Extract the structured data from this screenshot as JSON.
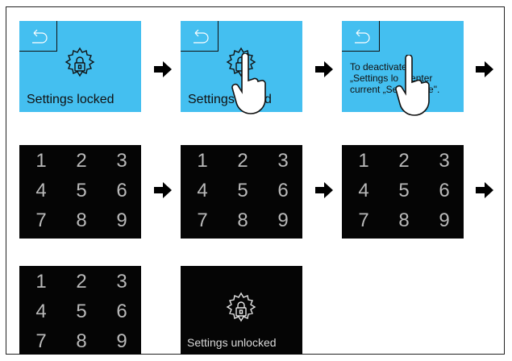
{
  "row1": {
    "panel1": {
      "label": "Settings locked"
    },
    "panel2": {
      "label_left": "Settings",
      "label_right": "d"
    },
    "panel3": {
      "line1": "To deactivate",
      "line2a": "„Settings lo",
      "line2b": "enter",
      "line3a": "current „Set",
      "line3b": "code\"."
    }
  },
  "keypad": {
    "keys": [
      "1",
      "2",
      "3",
      "4",
      "5",
      "6",
      "7",
      "8",
      "9"
    ]
  },
  "final_panel": {
    "label": "Settings unlocked"
  },
  "icons": {
    "back": "back-arrow-icon",
    "gear_lock": "gear-lock-icon",
    "hand": "hand-pointer-icon",
    "arrow": "right-arrow-icon"
  },
  "colors": {
    "screen_blue": "#44bff0",
    "screen_black": "#050505",
    "key_gray": "#b9b9b9"
  }
}
